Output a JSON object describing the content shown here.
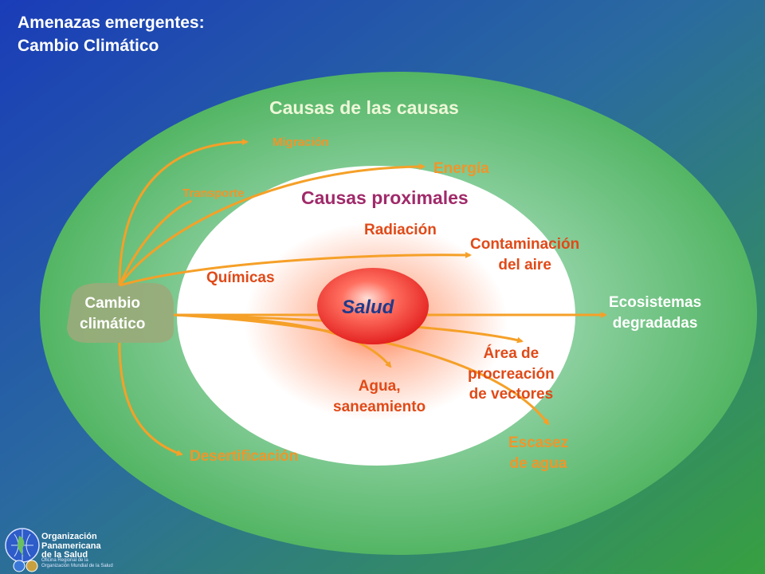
{
  "slide": {
    "title_line1": "Amenazas emergentes:",
    "title_line2": "Cambio Climático"
  },
  "diagram": {
    "outer_label": "Causas de las causas",
    "inner_label": "Causas proximales",
    "center_label": "Salud",
    "source_label_line1": "Cambio",
    "source_label_line2": "climático",
    "outer_effects": {
      "migracion": "Migración",
      "energia": "Energía",
      "transporte": "Transporte",
      "desertificacion": "Desertificación",
      "ecosistemas_line1": "Ecosistemas",
      "ecosistemas_line2": "degradadas",
      "escasez_line1": "Escasez",
      "escasez_line2": "de agua"
    },
    "proximal_effects": {
      "radiacion": "Radiación",
      "quimicas": "Químicas",
      "contaminacion_line1": "Contaminación",
      "contaminacion_line2": "del aire",
      "agua_line1": "Agua,",
      "agua_line2": "saneamiento",
      "area_line1": "Área de",
      "area_line2": "procreación",
      "area_line3": "de vectores"
    }
  },
  "logo": {
    "line1": "Organización",
    "line2": "Panamericana",
    "line3": "de la Salud",
    "sub1": "Oficina Regional de la",
    "sub2": "Organización Mundial de la Salud"
  },
  "colors": {
    "arrow": "#f5a028",
    "background_top": "#1a3fb4",
    "background_bottom": "#3aa84a",
    "outer_ellipse": "#5cc06a",
    "center_circle": "#e8262a"
  }
}
